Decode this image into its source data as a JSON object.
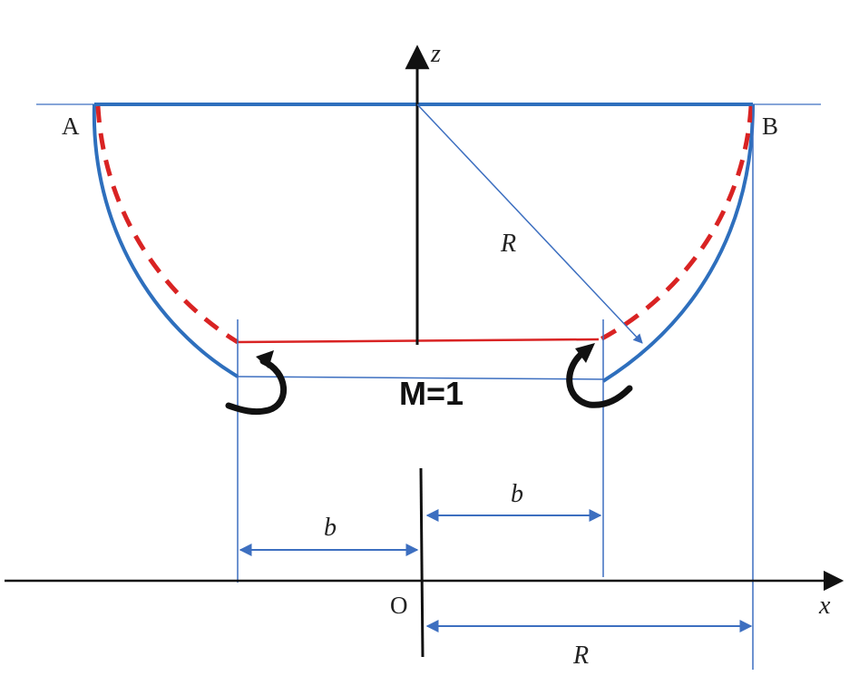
{
  "labels": {
    "point_a": "A",
    "point_b": "B",
    "origin": "O",
    "x_axis": "x",
    "z_axis": "z",
    "radius_slant": "R",
    "radius_bottom": "R",
    "b_left": "b",
    "b_right": "b",
    "moment": "M=1"
  },
  "colors": {
    "shell_blue": "#2e6fbd",
    "guide_blue": "#3d6fc0",
    "dashed_red": "#d92323",
    "axis_black": "#111111"
  }
}
